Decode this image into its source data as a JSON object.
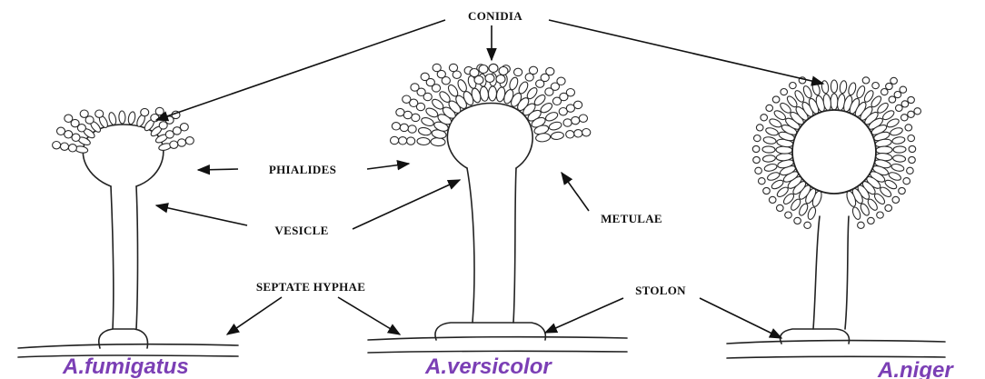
{
  "labels": {
    "conidia": "CONIDIA",
    "phialides": "PHIALIDES",
    "vesicle": "VESICLE",
    "metulae": "METULAE",
    "septate_hyphae": "SEPTATE HYPHAE",
    "stolon": "STOLON"
  },
  "species": [
    {
      "name": "A.fumigatus"
    },
    {
      "name": "A.versicolor"
    },
    {
      "name": "A.niger"
    }
  ],
  "colors": {
    "species_label": "#7b3fb5",
    "ink": "#222222",
    "background": "#ffffff"
  }
}
